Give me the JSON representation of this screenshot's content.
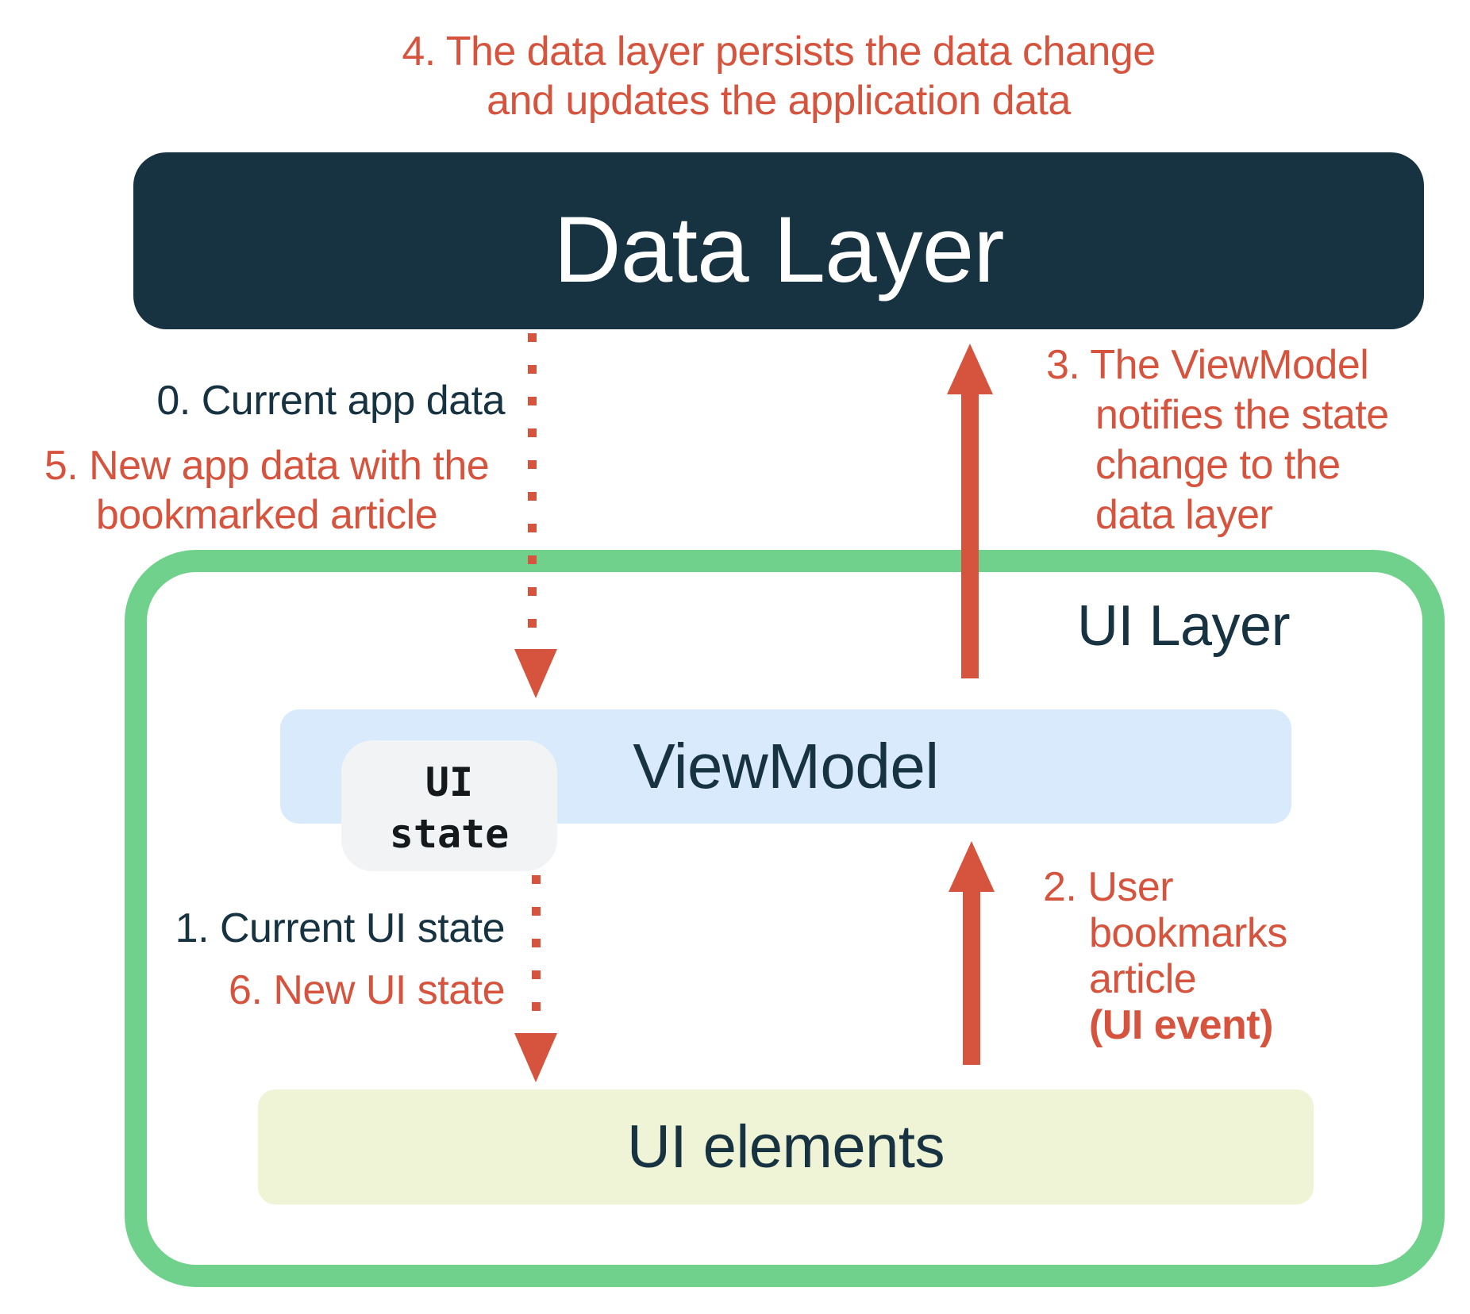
{
  "colors": {
    "red": "#D6543E",
    "navy": "#173240",
    "green": "#6FD18C",
    "light_blue": "#D8EAFB",
    "pale_yellow": "#EFF4D6",
    "grey": "#F1F3F4",
    "ink": "#15191C",
    "white_text": "#FFFFFF"
  },
  "boxes": {
    "data_layer_label": "Data Layer",
    "ui_layer_label": "UI Layer",
    "viewmodel_label": "ViewModel",
    "ui_state_label": "UI\nstate",
    "ui_elements_label": "UI elements"
  },
  "annotations": {
    "step4": "4. The data layer persists the data change\nand updates the application data",
    "step0": "0. Current app data",
    "step5": "5. New app data with the\nbookmarked article",
    "step3": "3. The ViewModel\nnotifies the state\nchange to the\ndata layer",
    "step1": "1. Current UI state",
    "step6": "6. New UI state",
    "step2_lines": "2. User\nbookmarks\narticle\n",
    "step2_bold": "(UI event)"
  }
}
